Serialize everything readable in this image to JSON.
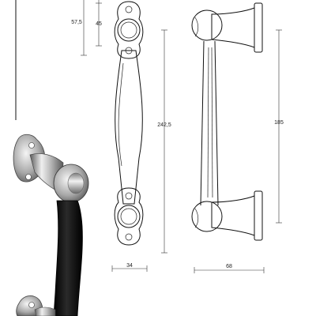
{
  "dimensions": {
    "d1": "57,5",
    "d2": "45",
    "d3": "242,5",
    "d4": "185",
    "d5": "34",
    "d6": "68"
  },
  "colors": {
    "ink": "#111111",
    "grip": "#0b0b0b",
    "metal_light": "#e4e4e4",
    "metal_dark": "#6f6f6f"
  }
}
